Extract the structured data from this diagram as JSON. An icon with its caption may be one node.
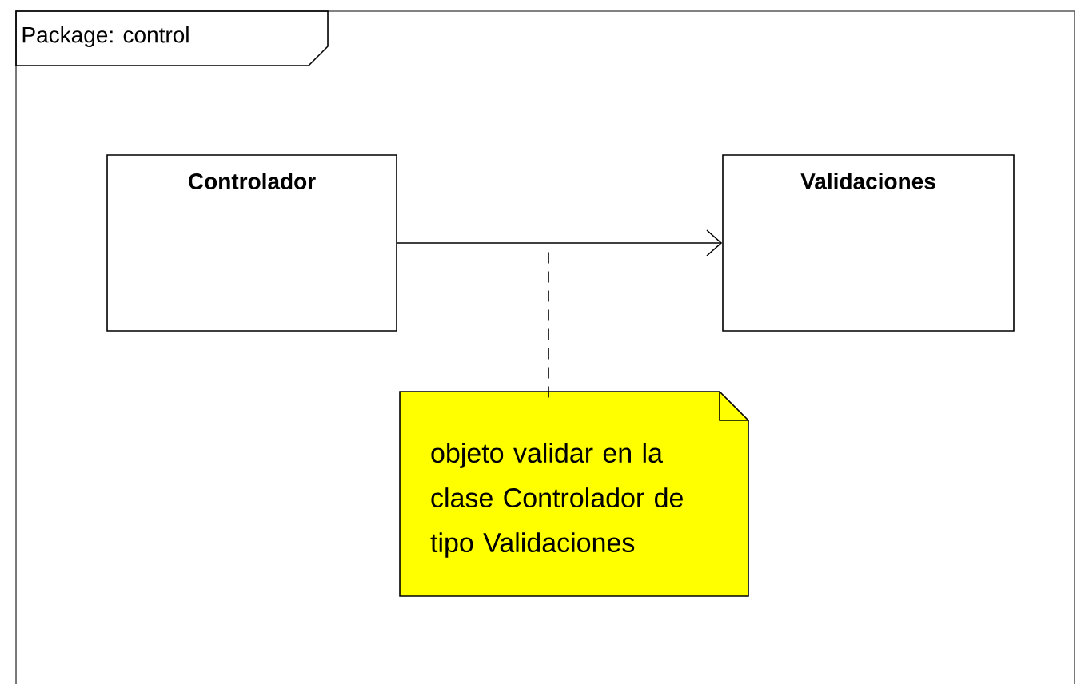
{
  "diagram": {
    "nodes": [
      {
        "text": [
          "Package: control"
        ]
      },
      {
        "text": [
          "Controlador"
        ],
        "in": 0
      },
      {
        "text": [
          "Validaciones"
        ],
        "in": 0
      },
      {
        "text": [
          "objeto validar en la clase Controlador de tipo Validaciones"
        ],
        "in": 0
      }
    ],
    "edges": [
      {
        "from": 1,
        "to": 2,
        "arrow": "to"
      },
      {
        "from": 3,
        "to": null,
        "arrow": "none",
        "style": "dashed"
      }
    ]
  }
}
